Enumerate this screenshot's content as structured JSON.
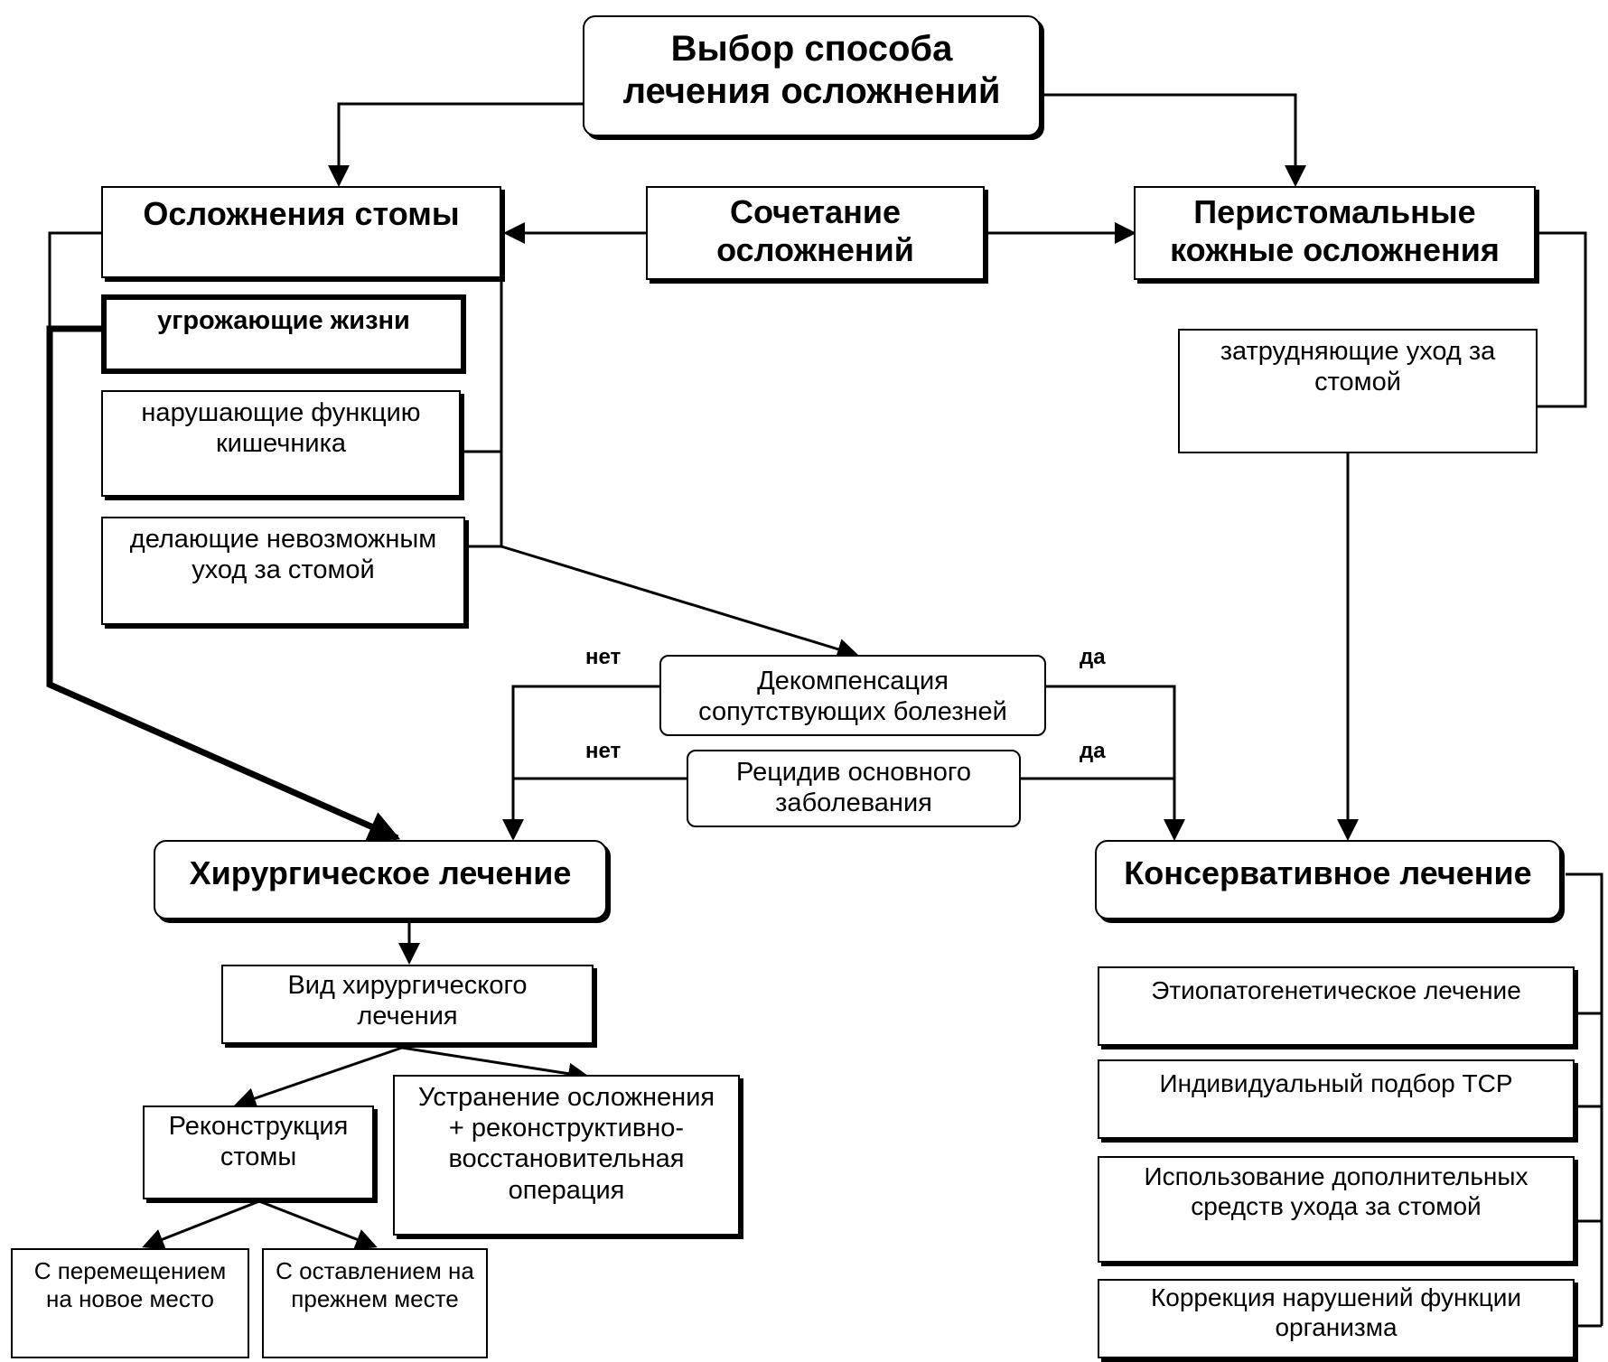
{
  "title": [
    "Выбор способа",
    "лечения осложнений"
  ],
  "stoma_complications": {
    "title": "Осложнения стомы",
    "life_threatening": "угрожающие жизни",
    "bowel_function": [
      "нарушающие функцию",
      "кишечника"
    ],
    "care_impossible": [
      "делающие невозможным",
      "уход за стомой"
    ]
  },
  "combination": [
    "Сочетание",
    "осложнений"
  ],
  "peristomal": {
    "title": [
      "Перистомальные",
      "кожные осложнения"
    ],
    "care_difficult": [
      "затрудняющие уход за",
      "стомой"
    ]
  },
  "decompensation": [
    "Декомпенсация",
    "сопутствующих болезней"
  ],
  "relapse": [
    "Рецидив основного",
    "заболевания"
  ],
  "labels": {
    "no": "нет",
    "yes": "да"
  },
  "surgical": {
    "title": "Хирургическое лечение",
    "kind": [
      "Вид хирургического",
      "лечения"
    ],
    "reconstruction": [
      "Реконструкция",
      "стомы"
    ],
    "elimination": [
      "Устранение осложнения",
      "+ реконструктивно-",
      "восстановительная",
      "операция"
    ],
    "relocation": [
      "С перемещением",
      "на новое место"
    ],
    "same_place": [
      "С оставлением на",
      "прежнем месте"
    ]
  },
  "conservative": {
    "title": "Консервативное лечение",
    "items": [
      [
        "Этиопатогенетическое лечение"
      ],
      [
        "Индивидуальный подбор ТСР"
      ],
      [
        "Использование дополнительных",
        "средств ухода за стомой"
      ],
      [
        "Коррекция нарушений функции",
        "организма"
      ]
    ]
  }
}
